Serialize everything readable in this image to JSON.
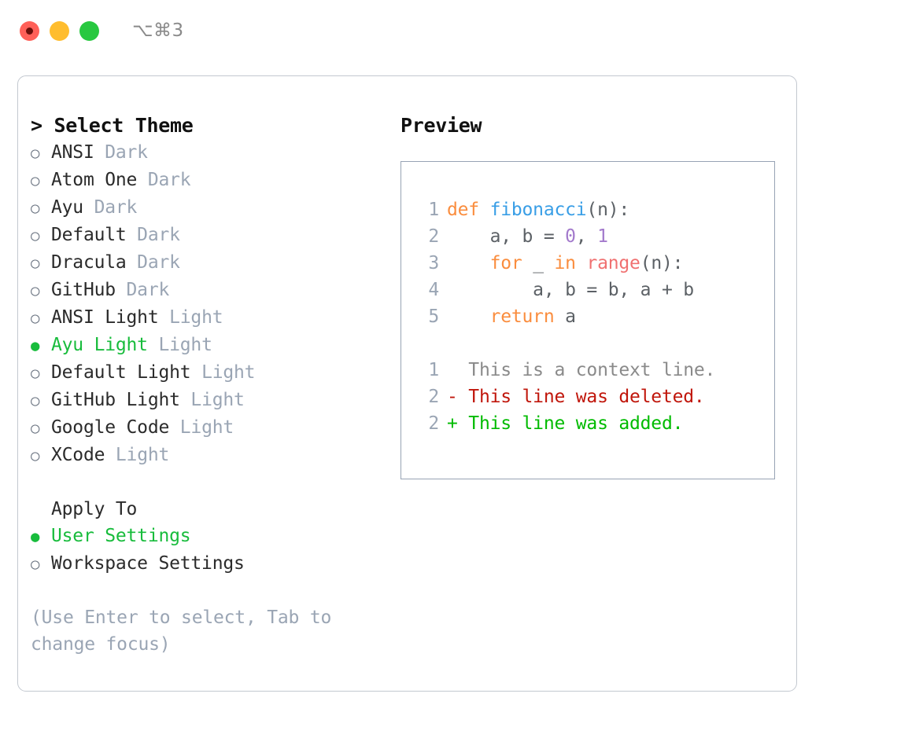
{
  "titlebar": {
    "shortcut": "⌥⌘3",
    "buttons": [
      {
        "name": "close",
        "color": "#ff6058"
      },
      {
        "name": "minimize",
        "color": "#ffbd2e"
      },
      {
        "name": "maximize",
        "color": "#28c840"
      }
    ]
  },
  "theme_picker": {
    "title": "> Select Theme",
    "items": [
      {
        "label": "ANSI",
        "suffix": " Dark",
        "selected": false,
        "marker": "○"
      },
      {
        "label": "Atom One",
        "suffix": " Dark",
        "selected": false,
        "marker": "○"
      },
      {
        "label": "Ayu",
        "suffix": " Dark",
        "selected": false,
        "marker": "○"
      },
      {
        "label": "Default",
        "suffix": " Dark",
        "selected": false,
        "marker": "○"
      },
      {
        "label": "Dracula",
        "suffix": " Dark",
        "selected": false,
        "marker": "○"
      },
      {
        "label": "GitHub",
        "suffix": " Dark",
        "selected": false,
        "marker": "○"
      },
      {
        "label": "ANSI Light",
        "suffix": " Light",
        "selected": false,
        "marker": "○"
      },
      {
        "label": "Ayu Light",
        "suffix": " Light",
        "selected": true,
        "marker": "●"
      },
      {
        "label": "Default Light",
        "suffix": " Light",
        "selected": false,
        "marker": "○"
      },
      {
        "label": "GitHub Light",
        "suffix": " Light",
        "selected": false,
        "marker": "○"
      },
      {
        "label": "Google Code",
        "suffix": " Light",
        "selected": false,
        "marker": "○"
      },
      {
        "label": "XCode",
        "suffix": " Light",
        "selected": false,
        "marker": "○"
      }
    ]
  },
  "apply_to": {
    "title": "Apply To",
    "options": [
      {
        "label": "User Settings",
        "selected": true,
        "marker": "●"
      },
      {
        "label": "Workspace Settings",
        "selected": false,
        "marker": "○"
      }
    ]
  },
  "hint": "(Use Enter to select, Tab to change focus)",
  "preview": {
    "title": "Preview",
    "code_lines": [
      {
        "lineno": "1",
        "tokens": [
          {
            "text": "def ",
            "type": "kw"
          },
          {
            "text": "fibonacci",
            "type": "fn"
          },
          {
            "text": "(n):",
            "type": "punct"
          }
        ]
      },
      {
        "lineno": "2",
        "tokens": [
          {
            "text": "    a, b = ",
            "type": "plain"
          },
          {
            "text": "0",
            "type": "num"
          },
          {
            "text": ", ",
            "type": "plain"
          },
          {
            "text": "1",
            "type": "num"
          }
        ]
      },
      {
        "lineno": "3",
        "tokens": [
          {
            "text": "    for ",
            "type": "kw"
          },
          {
            "text": "_ ",
            "type": "plain"
          },
          {
            "text": "in ",
            "type": "kw"
          },
          {
            "text": "range",
            "type": "builtin"
          },
          {
            "text": "(n):",
            "type": "punct"
          }
        ]
      },
      {
        "lineno": "4",
        "tokens": [
          {
            "text": "        a, b = b, a + b",
            "type": "plain"
          }
        ]
      },
      {
        "lineno": "5",
        "tokens": [
          {
            "text": "    return ",
            "type": "kw"
          },
          {
            "text": "a",
            "type": "plain"
          }
        ]
      }
    ],
    "diff_lines": [
      {
        "lineno": "1",
        "prefix": "  ",
        "text": "This is a context line.",
        "type": "ctx"
      },
      {
        "lineno": "2",
        "prefix": "- ",
        "text": "This line was deleted.",
        "type": "del"
      },
      {
        "lineno": "2",
        "prefix": "+ ",
        "text": "This line was added.",
        "type": "add"
      }
    ]
  },
  "colors": {
    "selected_green": "#18bc3c",
    "muted_gray": "#9aa5b4",
    "keyword_orange": "#fa8d3e",
    "function_blue": "#399ee6",
    "number_purple": "#a37acc",
    "builtin_red": "#f07171",
    "diff_delete": "#c0160b",
    "diff_add": "#00bb00",
    "panel_border": "#97a3b4",
    "window_border": "#c3c8d0"
  }
}
